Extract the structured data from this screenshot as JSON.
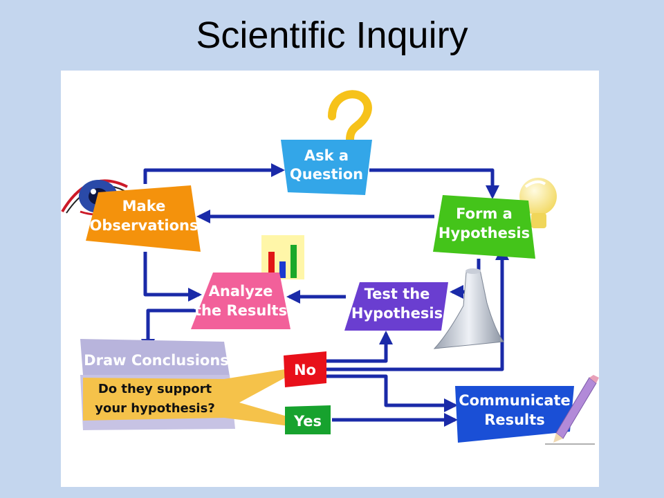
{
  "title": "Scientific Inquiry",
  "diagram": {
    "ask_question": {
      "line1": "Ask a",
      "line2": "Question",
      "color": "#33a6e8"
    },
    "form_hypothesis": {
      "line1": "Form a",
      "line2": "Hypothesis",
      "color": "#44c41a"
    },
    "make_observations": {
      "line1": "Make",
      "line2": "Observations",
      "color": "#f4920c"
    },
    "analyze_results": {
      "line1": "Analyze",
      "line2": "the Results",
      "color": "#f2609a"
    },
    "test_hypothesis": {
      "line1": "Test the",
      "line2": "Hypothesis",
      "color": "#6a3ed0"
    },
    "draw_conclusions": {
      "label": "Draw Conclusions",
      "question_line1": "Do they support",
      "question_line2": "your hypothesis?",
      "color": "#b8b4dc",
      "question_color": "#f5c24a"
    },
    "no": {
      "label": "No",
      "color": "#e8101a"
    },
    "yes": {
      "label": "Yes",
      "color": "#17a22e"
    },
    "communicate_results": {
      "line1": "Communicate",
      "line2": "Results",
      "color": "#1a4fd6"
    },
    "arrow_color": "#1a2aa8"
  }
}
